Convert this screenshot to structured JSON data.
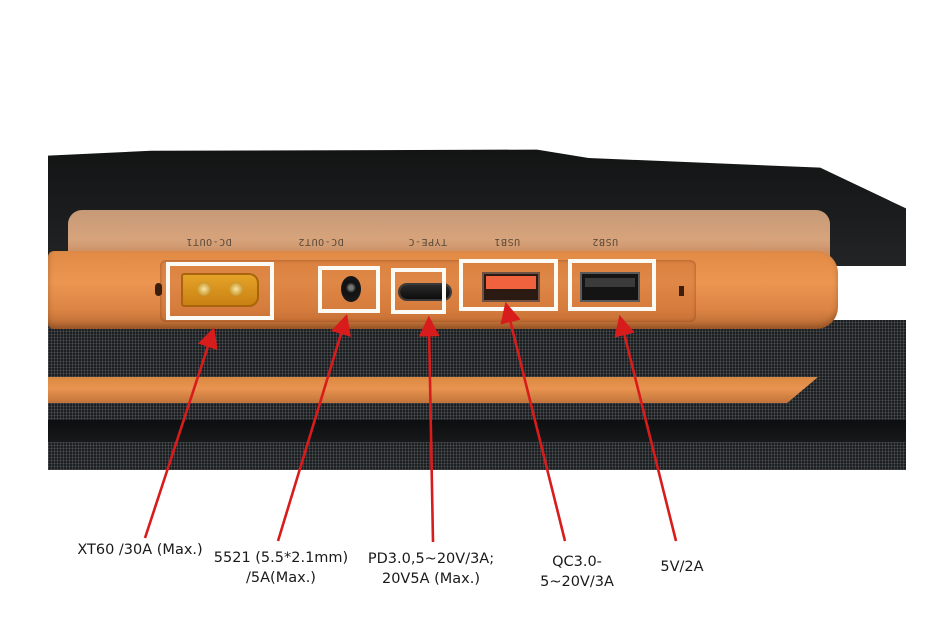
{
  "figure": {
    "subject": "power bank output port panel",
    "colors": {
      "body_orange": "#e8914e",
      "frame_white": "#fbfaf5",
      "arrow_red": "#d81c1c",
      "fabric_dark": "#1c1e20"
    }
  },
  "port_silkscreen": [
    {
      "text": "DC-OUT1"
    },
    {
      "text": "DC-OUT2"
    },
    {
      "text": "TYPE-C"
    },
    {
      "text": "USB1"
    },
    {
      "text": "USB2"
    }
  ],
  "callouts": [
    {
      "port": "xt60",
      "label_lines": [
        "XT60 /30A (Max.)"
      ]
    },
    {
      "port": "dc-5521",
      "label_lines": [
        "5521 (5.5*2.1mm)",
        "/5A(Max.)"
      ]
    },
    {
      "port": "usb-c",
      "label_lines": [
        "PD3.0,5~20V/3A;",
        "20V5A (Max.)"
      ]
    },
    {
      "port": "usb-a-qc",
      "label_lines": [
        "QC3.0-",
        "5~20V/3A"
      ]
    },
    {
      "port": "usb-a",
      "label_lines": [
        "5V/2A"
      ]
    }
  ]
}
